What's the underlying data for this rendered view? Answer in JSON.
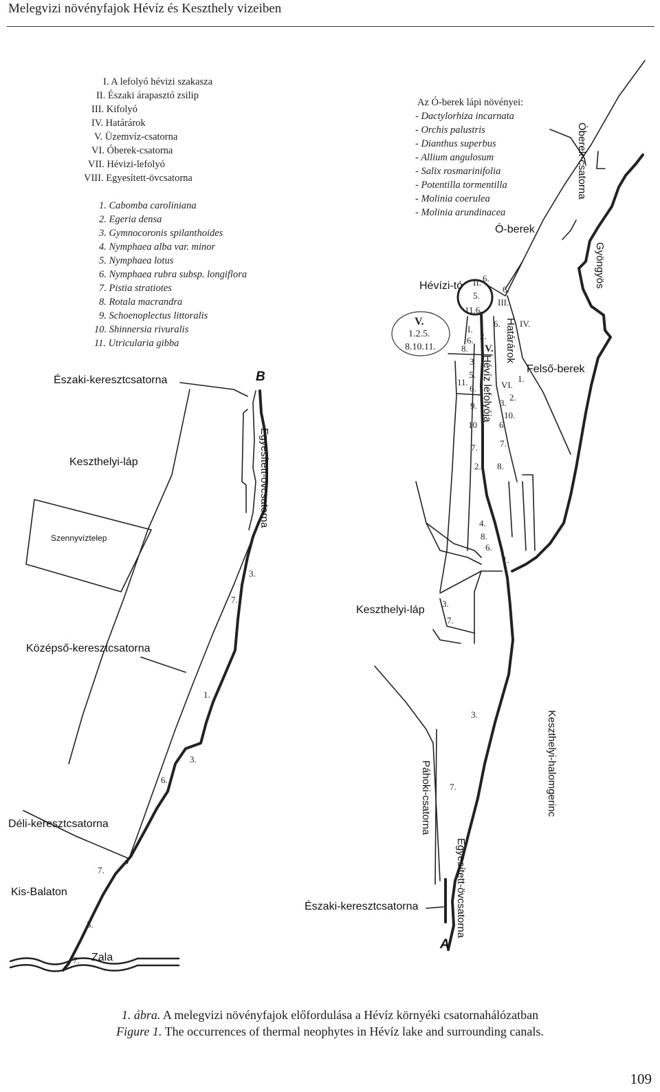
{
  "header": {
    "running_title": "Melegvizi növényfajok Hévíz és Keszthely vizeiben"
  },
  "legend_sections": [
    "I. A lefolyó hévizi szakasza",
    "II. Északi árapasztó zsilip",
    "III. Kifolyó",
    "IV. Határárok",
    "V. Üzemvíz-csatorna",
    "VI. Óberek-csatorna",
    "VII. Hévizi-lefolyó",
    "VIII. Egyesített-övcsatorna"
  ],
  "legend_species": [
    "1. Cabomba caroliniana",
    "2. Egeria densa",
    "3. Gymnocoronis spilanthoides",
    "4. Nymphaea alba var. minor",
    "5. Nymphaea lotus",
    "6. Nymphaea rubra subsp. longiflora",
    "7. Pistia stratiotes",
    "8. Rotala macrandra",
    "9. Schoenoplectus littoralis",
    "10. Shinnersia rivuralis",
    "11. Utricularia gibba"
  ],
  "oberek_title": "Az Ó-berek lápi növényei:",
  "oberek_list": [
    "- Dactylorhiza incarnata",
    "- Orchis palustris",
    "- Dianthus superbus",
    "- Allium angulosum",
    "- Salix rosmarinifolia",
    "- Potentilla tormentilla",
    "- Molinia coerulea",
    "- Molinia arundinacea"
  ],
  "places": {
    "oberek": "Ó-berek",
    "oberek_csatorna": "Óberek-csatorna",
    "gyongyos": "Gyöngyös",
    "hevizi_to": "Hévízi-tó",
    "hataraarok": "Határárok",
    "felso_berek": "Felső-berek",
    "heviz_lefolyoja": "Hévíz lefolyója",
    "keszthelyi_lap_right": "Keszthelyi-láp",
    "keszthelyi_halomgerinc": "Keszthelyi-halomgerinc",
    "pahoki": "Páhoki-csatorna",
    "egyesitett_right": "Egyesített-övcsatorna",
    "eszaki_right": "Északi-keresztcsatorna",
    "label_a": "A",
    "eszaki_left": "Északi-keresztcsatorna",
    "label_b": "B",
    "keszthelyi_lap_left": "Keszthelyi-láp",
    "szennyviztelep": "Szennyvíztelep",
    "egyesitett_left": "Egyesített-övcsatorna",
    "kozepso": "Középső-keresztcsatorna",
    "deli": "Déli-keresztcsatorna",
    "kis_balaton": "Kis-Balaton",
    "zala": "Zala"
  },
  "circle_v": {
    "label": "V.",
    "line1": "1.2.5.",
    "line2": "8.10.11."
  },
  "right_markers": {
    "r1": "II.",
    "r2": "6.",
    "r3": "6.",
    "r4": "5.",
    "r5": "III.",
    "r6": "11.6.",
    "r7": "6.",
    "r8": "IV.",
    "r9": "I.",
    "r10": "6.",
    "r11": "2.",
    "r12": "8.",
    "r13": "V.",
    "r14": "3",
    "r15": "5.",
    "r16": "11.",
    "r17": "6.",
    "r18": "VI.",
    "r19": "1.",
    "r20": "3.",
    "r21": "2.",
    "r22": "9.",
    "r23": "10.",
    "r24": "10",
    "r25": "6.",
    "r26": "7.",
    "r27": "7.",
    "r28": "2.",
    "r29": "8.",
    "r30": "4.",
    "r31": "8.",
    "r32": "6.",
    "r33": "1.",
    "r34": "3.",
    "r35": "7.",
    "r36": "3.",
    "r37": "7."
  },
  "left_markers": {
    "l1": "3.",
    "l2": "7.",
    "l3": "1.",
    "l4": "3.",
    "l5": "6.",
    "l6": "7.",
    "l7": "3.",
    "l8": "7."
  },
  "caption": {
    "hu_prefix": "1. ábra.",
    "hu_text": "A melegvizi növényfajok előfordulása a Hévíz környéki csatornahálózatban",
    "en_prefix": "Figure 1.",
    "en_text": "The  occurrences of thermal neophytes in Hévíz lake and surrounding canals."
  },
  "page_number": "109"
}
